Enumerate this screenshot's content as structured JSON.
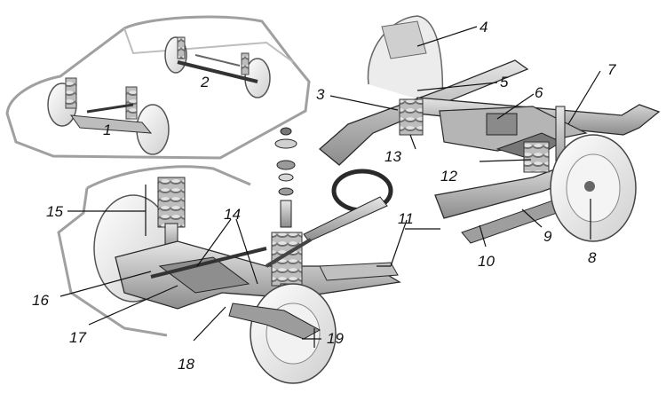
{
  "diagram": {
    "subject": "vehicle suspension and steering assembly (exploded illustration)",
    "callouts": [
      {
        "id": "c1",
        "text": "1"
      },
      {
        "id": "c2",
        "text": "2"
      },
      {
        "id": "c3",
        "text": "3"
      },
      {
        "id": "c4",
        "text": "4"
      },
      {
        "id": "c5",
        "text": "5"
      },
      {
        "id": "c6",
        "text": "6"
      },
      {
        "id": "c7",
        "text": "7"
      },
      {
        "id": "c8",
        "text": "8"
      },
      {
        "id": "c9",
        "text": "9"
      },
      {
        "id": "c10",
        "text": "10"
      },
      {
        "id": "c11",
        "text": "11"
      },
      {
        "id": "c12",
        "text": "12"
      },
      {
        "id": "c13",
        "text": "13"
      },
      {
        "id": "c14",
        "text": "14"
      },
      {
        "id": "c15",
        "text": "15"
      },
      {
        "id": "c16",
        "text": "16"
      },
      {
        "id": "c17",
        "text": "17"
      },
      {
        "id": "c18",
        "text": "18"
      },
      {
        "id": "c19",
        "text": "19"
      }
    ],
    "colors": {
      "line": "#2a2a2a",
      "outline": "#9a9a9a",
      "metal_light": "#d9d9d9",
      "metal_mid": "#a8a8a8",
      "metal_dark": "#555555",
      "background": "#ffffff"
    }
  }
}
